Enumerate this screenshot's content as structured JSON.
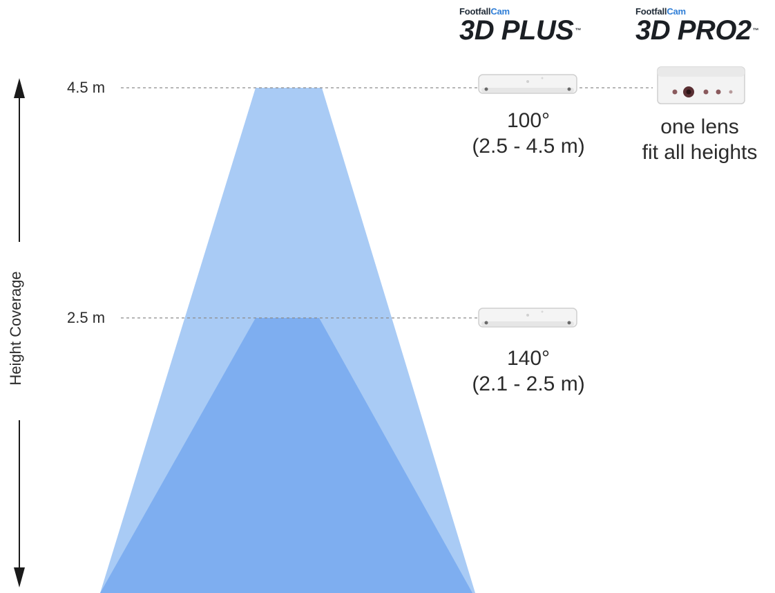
{
  "axis": {
    "label": "Height Coverage"
  },
  "heights": {
    "top": "4.5 m",
    "bottom": "2.5 m"
  },
  "brand_plus": {
    "company_prefix": "Footfall",
    "company_suffix": "Cam",
    "model": "3D PLUS",
    "tm": "™"
  },
  "brand_pro": {
    "company_prefix": "Footfall",
    "company_suffix": "Cam",
    "model": "3D PRO2",
    "tm": "™"
  },
  "plus_high": {
    "angle": "100°",
    "range": "(2.5 - 4.5 m)"
  },
  "plus_low": {
    "angle": "140°",
    "range": "(2.1 - 2.5 m)"
  },
  "pro": {
    "line1": "one lens",
    "line2": "fit all heights"
  },
  "colors": {
    "outer_beam": "#a9cbf5",
    "inner_beam": "#7eaef0",
    "axis": "#1a1a1a",
    "dashed_guide": "#8a8a8a",
    "brand_accent": "#2e7dd6"
  }
}
